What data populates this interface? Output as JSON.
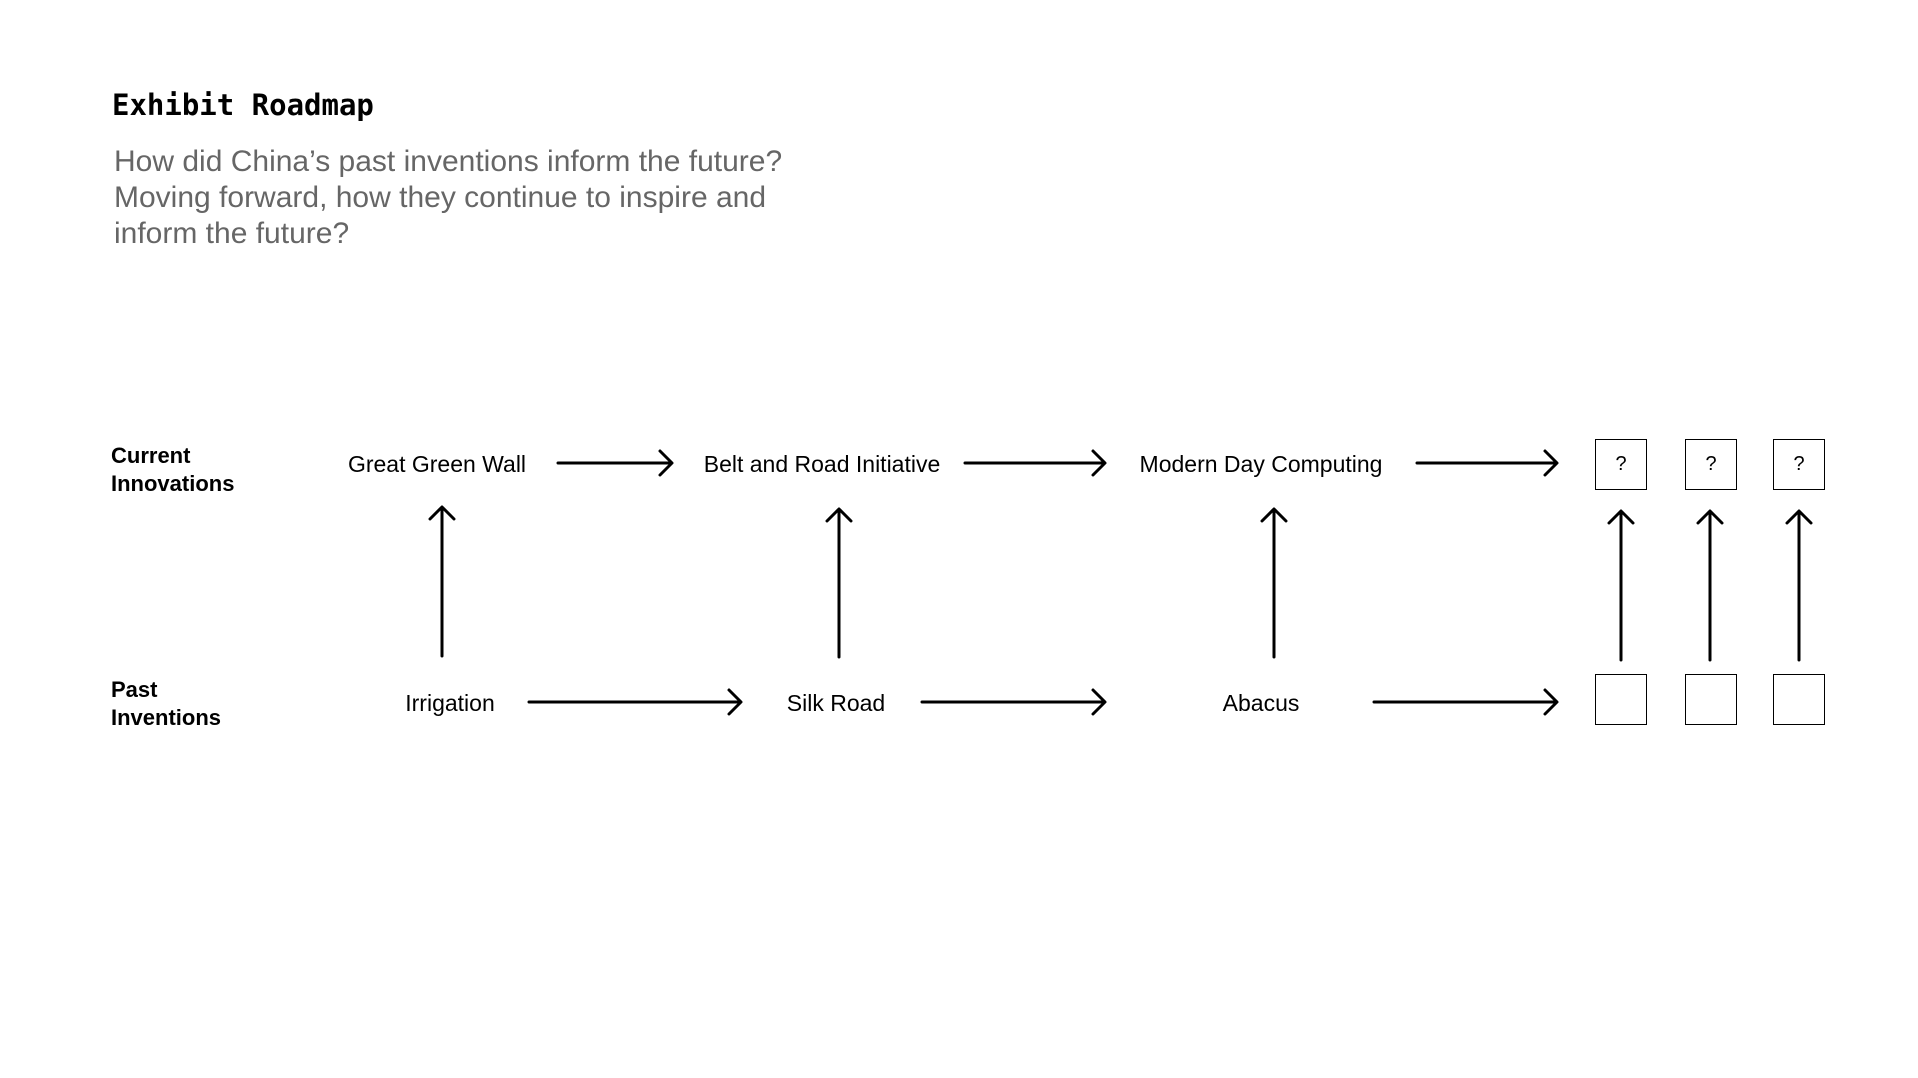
{
  "title": "Exhibit Roadmap",
  "subtitle": [
    "How did China’s past inventions inform the future?",
    "Moving forward, how they continue to inspire and",
    "inform the future?"
  ],
  "rows": {
    "current": {
      "label": [
        "Current",
        "Innovations"
      ],
      "nodes": [
        "Great Green Wall",
        "Belt and Road Initiative",
        "Modern Day Computing"
      ],
      "placeholders": [
        "?",
        "?",
        "?"
      ]
    },
    "past": {
      "label": [
        "Past",
        "Inventions"
      ],
      "nodes": [
        "Irrigation",
        "Silk Road",
        "Abacus"
      ],
      "placeholders": [
        "",
        "",
        ""
      ]
    }
  }
}
